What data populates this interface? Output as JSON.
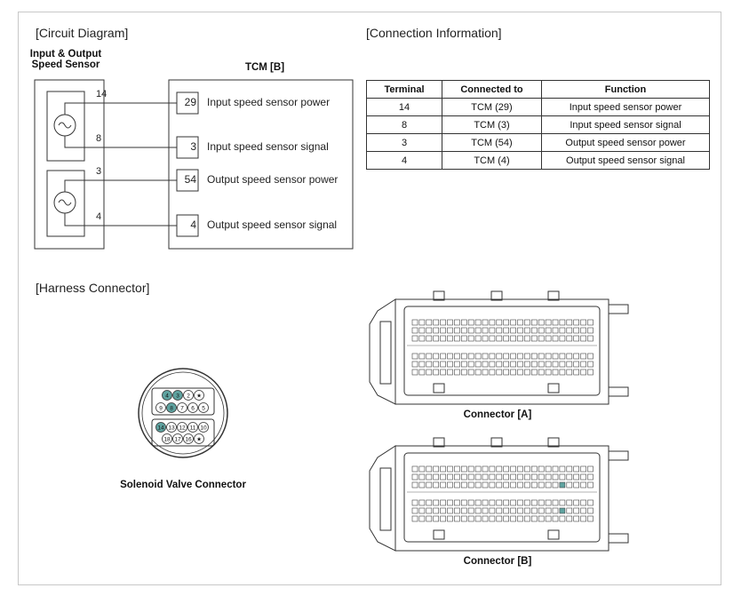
{
  "titles": {
    "circuit": "[Circuit Diagram]",
    "connection": "[Connection Information]",
    "harness": "[Harness Connector]"
  },
  "sensor_label_line1": "Input & Output",
  "sensor_label_line2": "Speed Sensor",
  "tcm_label": "TCM [B]",
  "sensor_pins": [
    "14",
    "8",
    "3",
    "4"
  ],
  "tcm_pins": [
    {
      "num": "29",
      "desc": "Input speed sensor power"
    },
    {
      "num": "3",
      "desc": "Input speed sensor signal"
    },
    {
      "num": "54",
      "desc": "Output speed sensor power"
    },
    {
      "num": "4",
      "desc": "Output speed sensor signal"
    }
  ],
  "table": {
    "headers": [
      "Terminal",
      "Connected to",
      "Function"
    ],
    "rows": [
      [
        "14",
        "TCM (29)",
        "Input speed sensor power"
      ],
      [
        "8",
        "TCM (3)",
        "Input speed sensor signal"
      ],
      [
        "3",
        "TCM (54)",
        "Output speed sensor power"
      ],
      [
        "4",
        "TCM (4)",
        "Output speed sensor signal"
      ]
    ]
  },
  "solenoid": {
    "label": "Solenoid Valve Connector",
    "row1": [
      "4",
      "3",
      "2",
      "★"
    ],
    "row2": [
      "9",
      "8",
      "7",
      "6",
      "5"
    ],
    "row3": [
      "14",
      "13",
      "12",
      "11",
      "10"
    ],
    "row4": [
      "18",
      "17",
      "16",
      "★"
    ],
    "highlighted": [
      "4",
      "3",
      "8",
      "14"
    ]
  },
  "connector_a_label": "Connector [A]",
  "connector_b_label": "Connector [B]",
  "colors": {
    "highlight": "#5fa3a0",
    "line": "#333333"
  }
}
